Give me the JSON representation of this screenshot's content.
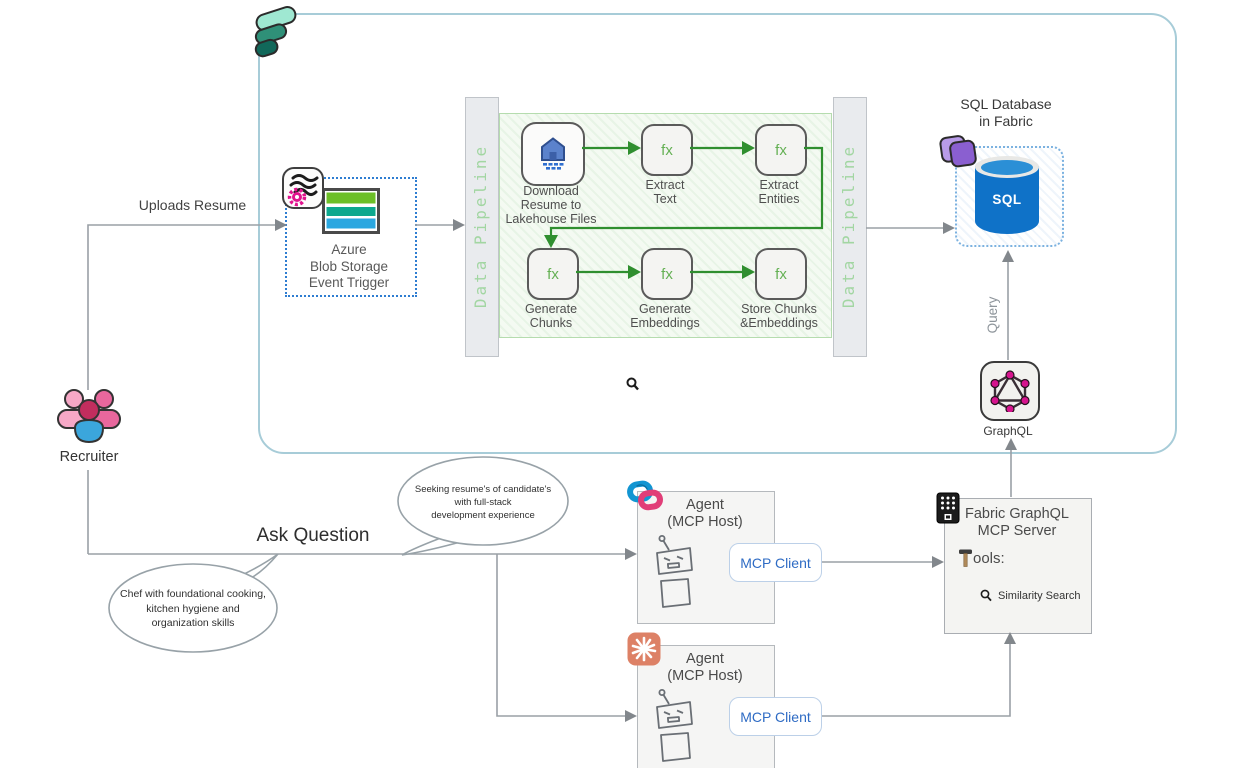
{
  "labels": {
    "uploads_resume": "Uploads Resume",
    "recruiter": "Recruiter",
    "ask_question": "Ask Question"
  },
  "azure_trigger": {
    "line1": "Azure",
    "line2": "Blob Storage",
    "line3": "Event Trigger"
  },
  "pipeline": {
    "left_bar_label": "Data Pipeline",
    "right_bar_label": "Data Pipeline",
    "download": {
      "line1": "Download",
      "line2": "Resume to",
      "line3": "Lakehouse Files"
    },
    "extract_text": {
      "fx": "fx",
      "line1": "Extract",
      "line2": "Text"
    },
    "extract_entities": {
      "fx": "fx",
      "line1": "Extract",
      "line2": "Entities"
    },
    "generate_chunks": {
      "fx": "fx",
      "line1": "Generate",
      "line2": "Chunks"
    },
    "generate_embeddings": {
      "fx": "fx",
      "line1": "Generate",
      "line2": "Embeddings"
    },
    "store_chunks": {
      "fx": "fx",
      "line1": "Store Chunks",
      "line2": "&Embeddings"
    }
  },
  "sql_db": {
    "title_line1": "SQL Database",
    "title_line2": "in Fabric",
    "cylinder_label": "SQL",
    "query_label": "Query"
  },
  "graphql": {
    "label": "GraphQL"
  },
  "bubbles": {
    "seeking": {
      "line1": "Seeking resume's of candidate's",
      "line2": "with full-stack",
      "line3": "development experience"
    },
    "chef": {
      "line1": "Chef with foundational cooking,",
      "line2": "kitchen hygiene and",
      "line3": "organization skills"
    }
  },
  "agent_top": {
    "title_line1": "Agent",
    "title_line2": "(MCP Host)",
    "client_label": "MCP Client"
  },
  "agent_bottom": {
    "title_line1": "Agent",
    "title_line2": "(MCP Host)",
    "client_label": "MCP Client"
  },
  "mcp_server": {
    "title_line1": "Fabric GraphQL",
    "title_line2": "MCP Server",
    "tools_suffix": "ools:",
    "tool_similarity": "Similarity Search"
  },
  "colors": {
    "green_arrow": "#2f8f2f",
    "gray_arrow": "#9aa0a6",
    "graphql_pink": "#d6148e",
    "fabric_teal": "#2f9078",
    "sql_blue": "#0f72c8",
    "claude_salmon": "#dd8166",
    "mcp_blue": "#2e6bc4"
  }
}
